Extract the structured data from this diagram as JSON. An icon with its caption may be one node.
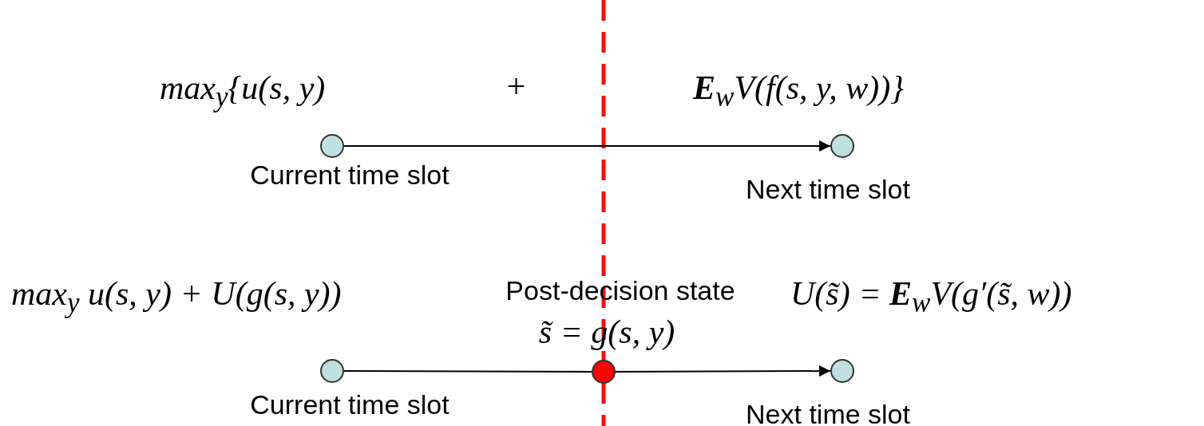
{
  "diagram": {
    "nodes": [
      {
        "text": [],
        "shape": "circle",
        "beside": [
          "Current time slot"
        ]
      },
      {
        "text": [],
        "shape": "circle",
        "beside": [
          "Next time slot"
        ]
      },
      {
        "text": [],
        "shape": "circle",
        "beside": [
          "Current time slot"
        ]
      },
      {
        "text": [],
        "shape": "circle",
        "beside": [
          "Post-decision state",
          "s̃ = g(s, y)"
        ]
      },
      {
        "text": [],
        "shape": "circle",
        "beside": [
          "Next time slot"
        ]
      }
    ],
    "edges": [
      {
        "from": 0,
        "to": 1,
        "arrow": "to"
      },
      {
        "from": 2,
        "to": 3,
        "arrow": "none"
      },
      {
        "from": 3,
        "to": 4,
        "arrow": "to"
      }
    ],
    "labels": [
      "max$_{y}${u(s, y)",
      "+",
      "**E**$_{w}$V(f(s, y, w))}",
      "max$_{y}$ u(s, y) + U(g(s, y))",
      "U(s̃) = **E**$_{w}$V(g′(s̃, w))"
    ]
  }
}
